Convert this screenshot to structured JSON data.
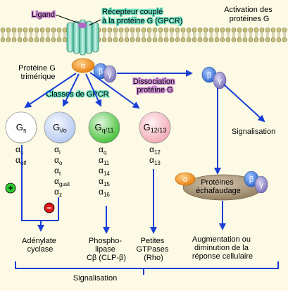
{
  "title_lines": [
    "Activation des",
    "protéines G"
  ],
  "ligand": "Ligand",
  "receptor_lines": [
    "Récepteur couplé",
    "à la protéine G (GPCR)"
  ],
  "trimeric_lines": [
    "Protéine G",
    "trimérique"
  ],
  "classes_label": "Classes de GPCR",
  "dissociation_lines": [
    "Dissociation",
    "protéine G"
  ],
  "subunits": {
    "alpha": "α",
    "beta": "β",
    "gamma": "γ"
  },
  "classes": [
    {
      "main": "G",
      "sub": "s",
      "color": "#ffffff",
      "subtypes": [
        [
          "α",
          "s"
        ],
        [
          "α",
          "olf"
        ]
      ]
    },
    {
      "main": "G",
      "sub": "i/o",
      "color": "#b3c8f2",
      "subtypes": [
        [
          "α",
          "i"
        ],
        [
          "α",
          "o"
        ],
        [
          "α",
          "t"
        ],
        [
          "α",
          "gust"
        ],
        [
          "α",
          "z"
        ]
      ]
    },
    {
      "main": "G",
      "sub": "q/11",
      "color": "#3cbf2e",
      "subtypes": [
        [
          "α",
          "q"
        ],
        [
          "α",
          "11"
        ],
        [
          "α",
          "14"
        ],
        [
          "α",
          "15"
        ],
        [
          "α",
          "16"
        ]
      ]
    },
    {
      "main": "G",
      "sub": "12/13",
      "color": "#f2a6b2",
      "subtypes": [
        [
          "α",
          "12"
        ],
        [
          "α",
          "13"
        ]
      ]
    }
  ],
  "plus_sign": "+",
  "minus_sign": "−",
  "effectors": {
    "adenylate": [
      "Adénylate",
      "cyclase"
    ],
    "phospholipase": [
      "Phospho-",
      "lipase",
      "Cβ (CLP-β)"
    ],
    "gtpases": [
      "Petites",
      "GTPases",
      "(Rho)"
    ]
  },
  "signalisation_right": "Signalisation",
  "scaffold_lines": [
    "Protéines",
    "échafaudage"
  ],
  "response_lines": [
    "Augmentation ou",
    "diminution de la",
    "réponse cellulaire"
  ],
  "signalisation_bottom": "Signalisation",
  "colors": {
    "background": "#fcfae4",
    "membrane": "#c8c27e",
    "alpha": "#f28f1c",
    "beta": "#4a86e0",
    "gamma": "#8f86c8",
    "arrow": "#1a3fd6",
    "scaffold": "#a89478",
    "label_green": "#6fe0c2",
    "label_purple": "#d28fd8",
    "plus": "#2ecb2e",
    "minus": "#e01818"
  }
}
